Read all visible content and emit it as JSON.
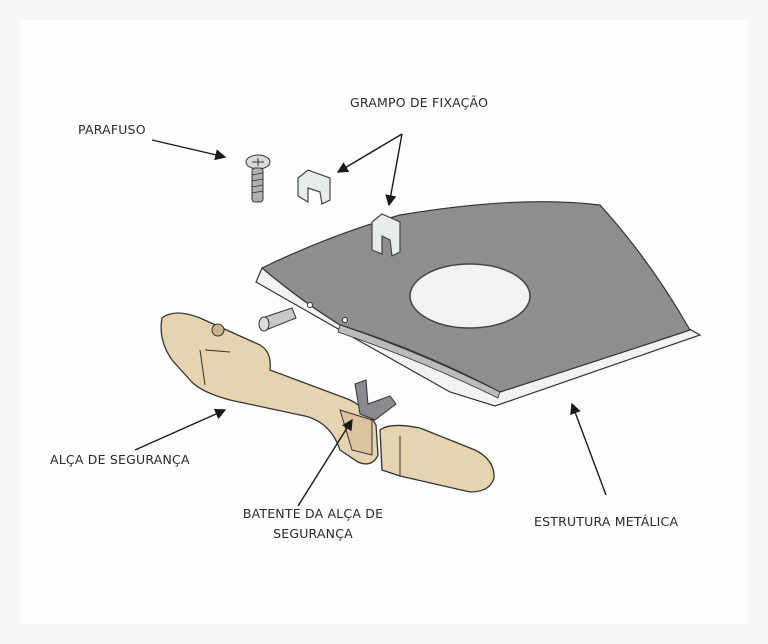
{
  "labels": {
    "screw": "PARAFUSO",
    "clip": "GRAMPO DE FIXAÇÃO",
    "handle": "ALÇA DE SEGURANÇA",
    "stopper_line1": "BATENTE DA ALÇA DE",
    "stopper_line2": "SEGURANÇA",
    "frame": "ESTRUTURA METÁLICA"
  },
  "colors": {
    "sheet": "#8c8c8c",
    "handle": "#e6d3b0",
    "stopper": "#8a8a90",
    "arrow": "#1a1a1a"
  }
}
